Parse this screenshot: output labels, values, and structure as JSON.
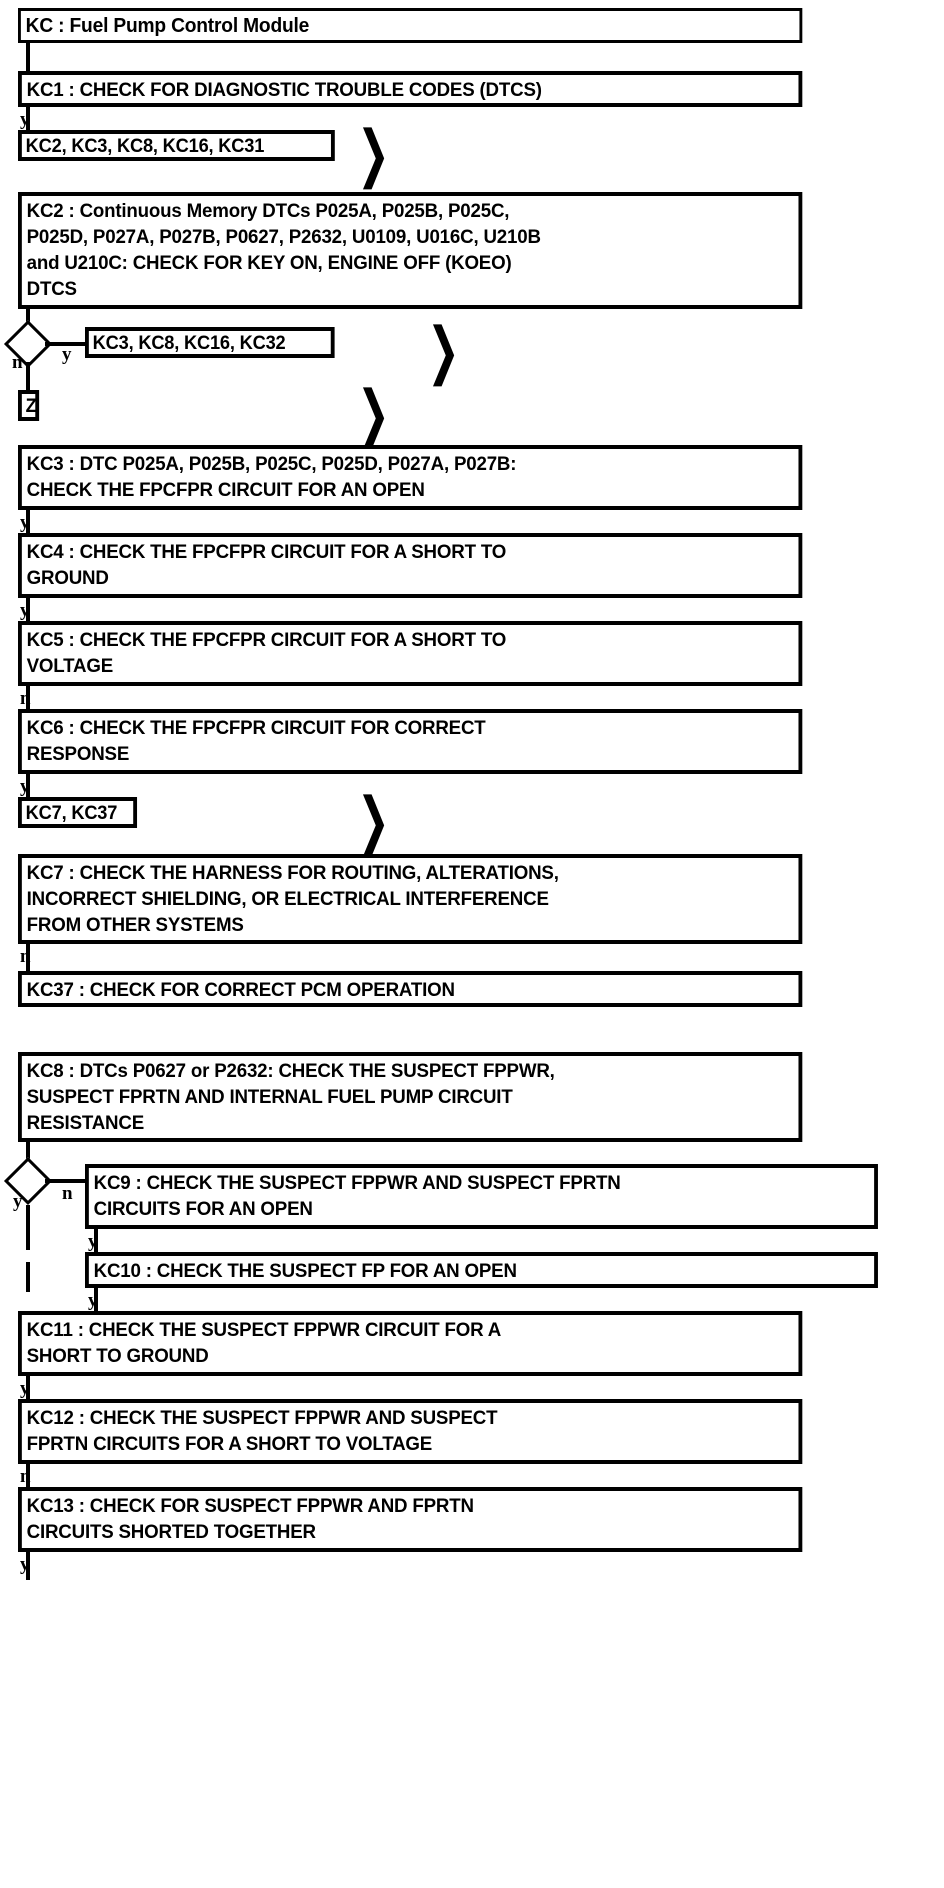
{
  "diagram": {
    "type": "flowchart",
    "title": "KC : Fuel Pump Control Module",
    "subject": "Fuel Pump Control Module diagnostic pinpoint test flow",
    "branch_labels": {
      "yes": "y",
      "no": "n"
    },
    "colors": {
      "line": "#000000",
      "fill": "#ffffff",
      "text": "#000000"
    }
  },
  "nodes": {
    "title": "KC : Fuel Pump Control Module",
    "kc1": "KC1 : CHECK FOR DIAGNOSTIC TROUBLE CODES (DTCS)",
    "goto1": "KC2, KC3, KC8, KC16, KC31",
    "kc2": "KC2 : Continuous Memory DTCs P025A, P025B, P025C,\nP025D, P027A, P027B, P0627, P2632, U0109, U016C, U210B\nand U210C: CHECK FOR KEY ON, ENGINE OFF (KOEO)\nDTCS",
    "goto2": "KC3, KC8, KC16, KC32",
    "gotoZ": "Z",
    "kc3": "KC3 : DTC P025A, P025B, P025C, P025D, P027A, P027B:\nCHECK THE FPCFPR CIRCUIT FOR AN OPEN",
    "kc4": "KC4 : CHECK THE FPCFPR CIRCUIT FOR A SHORT TO\nGROUND",
    "kc5": "KC5 : CHECK THE FPCFPR CIRCUIT FOR A SHORT TO\nVOLTAGE",
    "kc6": "KC6 : CHECK THE FPCFPR CIRCUIT FOR CORRECT\nRESPONSE",
    "goto3": "KC7, KC37",
    "kc7": "KC7 : CHECK THE HARNESS FOR ROUTING, ALTERATIONS,\nINCORRECT SHIELDING, OR ELECTRICAL INTERFERENCE\nFROM OTHER SYSTEMS",
    "kc37": "KC37 : CHECK FOR CORRECT PCM OPERATION",
    "kc8": "KC8 : DTCs P0627 or P2632: CHECK THE SUSPECT FPPWR,\nSUSPECT FPRTN AND INTERNAL FUEL PUMP CIRCUIT\nRESISTANCE",
    "kc9": "KC9 : CHECK THE SUSPECT FPPWR AND SUSPECT FPRTN\nCIRCUITS FOR AN OPEN",
    "kc10": "KC10 : CHECK THE SUSPECT FP FOR AN OPEN",
    "kc11": "KC11 : CHECK THE SUSPECT FPPWR CIRCUIT FOR A\nSHORT TO GROUND",
    "kc12": "KC12 : CHECK THE SUSPECT FPPWR AND SUSPECT\nFPRTN CIRCUITS FOR A SHORT TO VOLTAGE",
    "kc13": "KC13 : CHECK FOR SUSPECT FPPWR AND FPRTN\nCIRCUITS SHORTED TOGETHER"
  },
  "edges": {
    "title_to_kc1": "",
    "kc1_to_goto1": "y",
    "kc2_diamond_yes": "y",
    "kc2_diamond_no": "n",
    "kc3_to_kc4": "y",
    "kc4_to_kc5": "y",
    "kc5_to_kc6": "n",
    "kc6_to_goto3": "y",
    "kc7_to_kc37": "n",
    "kc8_diamond_yes": "y",
    "kc8_diamond_no": "n",
    "kc9_to_kc10": "y",
    "kc10_to_kc11": "y",
    "kc11_to_kc12": "y",
    "kc12_to_kc13": "n",
    "kc13_out": "y"
  },
  "glyphs": {
    "goto_arrow": "❯"
  }
}
